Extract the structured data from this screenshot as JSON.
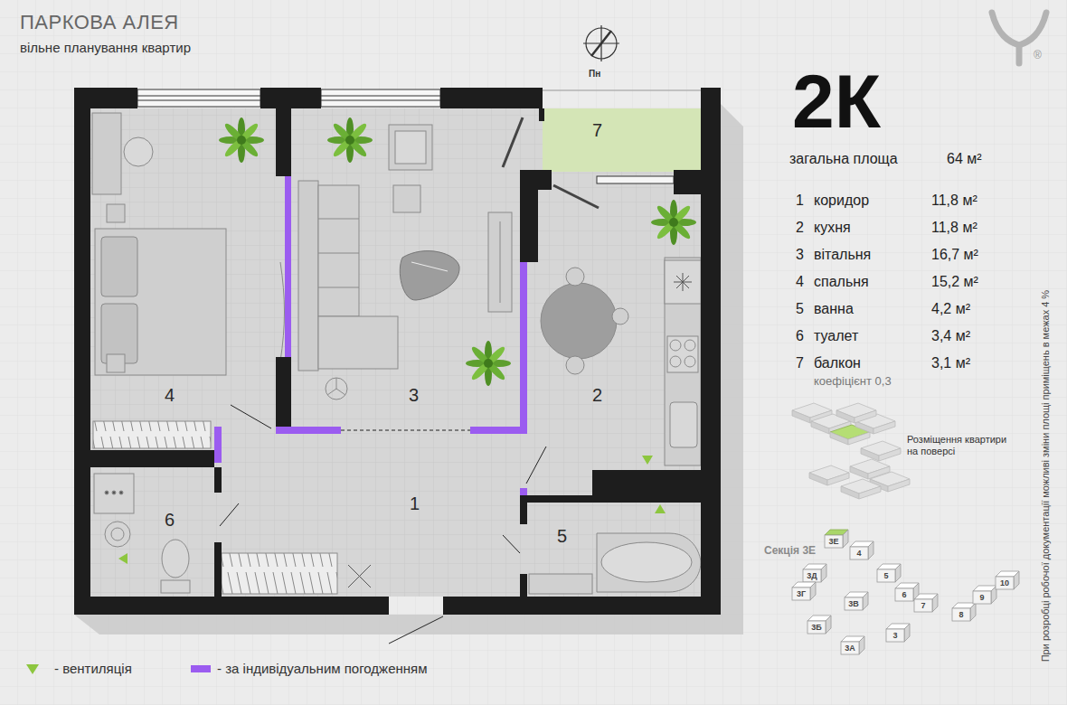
{
  "diagram": {
    "title": "ПАРКОВА АЛЕЯ",
    "nodes": [
      {
        "text": [
          "7"
        ]
      },
      {
        "text": [
          "4"
        ]
      },
      {
        "text": [
          "3"
        ]
      },
      {
        "text": [
          "2"
        ]
      },
      {
        "text": [
          "1"
        ]
      },
      {
        "text": [
          "6"
        ]
      },
      {
        "text": [
          "5"
        ]
      }
    ],
    "labels": [
      "вільне планування квартир",
      "Пн",
      "2К",
      "загальна площа",
      "64 м²",
      "1",
      "коридор",
      "11,8 м²",
      "2",
      "кухня",
      "11,8 м²",
      "3",
      "вітальня",
      "16,7 м²",
      "4",
      "спальня",
      "15,2 м²",
      "5",
      "ванна",
      "4,2 м²",
      "6",
      "туалет",
      "3,4 м²",
      "7",
      "балкон",
      "3,1 м²",
      "коефіцієнт 0,3",
      "Розміщення квартири на поверсі",
      "Секція 3Е",
      "3Е",
      "3Д",
      "3Г",
      "3В",
      "3Б",
      "3А",
      "3",
      "4",
      "5",
      "6",
      "7",
      "8",
      "9",
      "10",
      "®",
      "При розробці робочої документації можливі зміни площі приміщень в межах 4 %"
    ],
    "legend": [
      {
        "text": "- вентиляція"
      },
      {
        "text": "- за індивідуальним погодженням",
        "color": "#9b5cf0"
      }
    ]
  }
}
